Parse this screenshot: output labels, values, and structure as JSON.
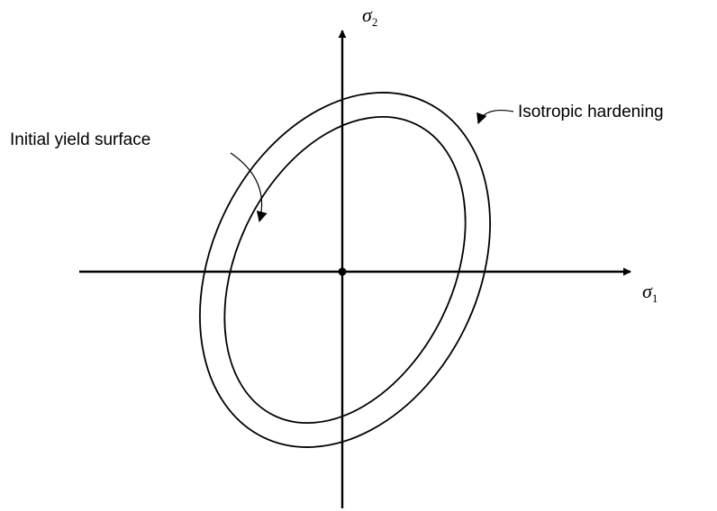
{
  "labels": {
    "initial_yield_surface": "Initial yield surface",
    "isotropic_hardening": "Isotropic hardening"
  },
  "axes": {
    "x": {
      "symbol": "σ",
      "subscript": "1"
    },
    "y": {
      "symbol": "σ",
      "subscript": "2"
    }
  }
}
